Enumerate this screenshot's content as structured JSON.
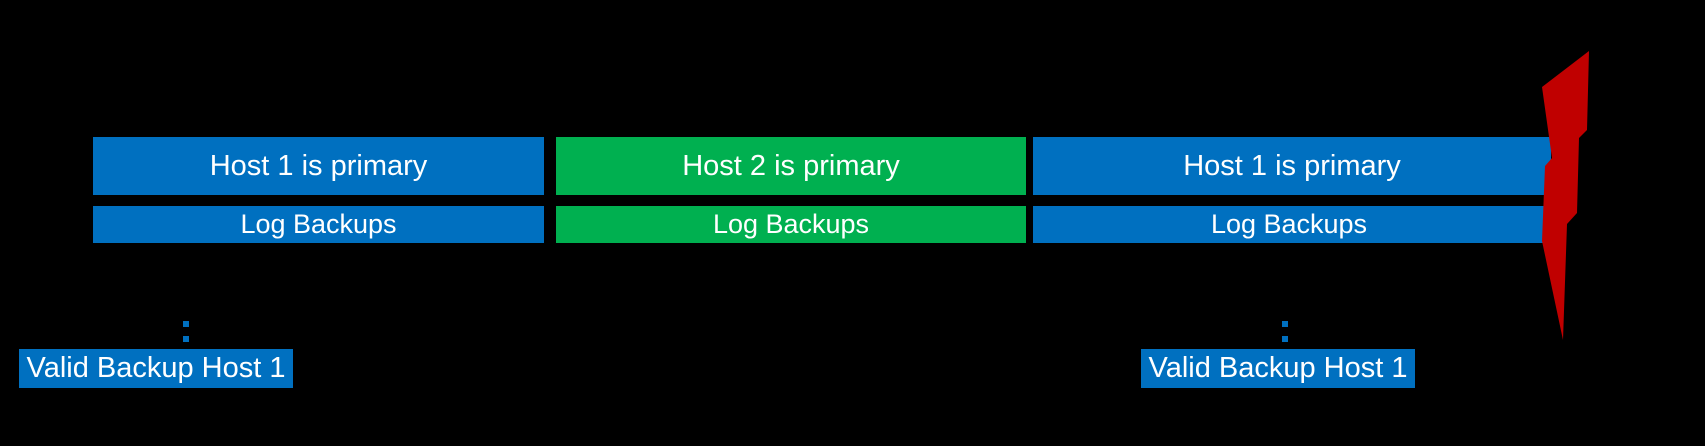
{
  "canvas": {
    "background_color": "#000000",
    "text_color": "#FFFFFF"
  },
  "rows": {
    "primary": [
      {
        "label": "Host 1 is primary",
        "color": "#0070C0"
      },
      {
        "label": "Host 2 is primary",
        "color": "#00B050"
      },
      {
        "label": "Host 1 is primary",
        "color": "#0070C0"
      }
    ],
    "logs": [
      {
        "label": "Log Backups",
        "color": "#0070C0"
      },
      {
        "label": "Log Backups",
        "color": "#00B050"
      },
      {
        "label": "Log Backups",
        "color": "#0070C0"
      }
    ]
  },
  "markers": [
    {
      "label": "Valid Backup Host 1",
      "color": "#0070C0",
      "connector_color": "#0070C0"
    },
    {
      "label": "Valid Backup Host 1",
      "color": "#0070C0",
      "connector_color": "#0070C0"
    }
  ],
  "failure": {
    "icon": "lightning-bolt-icon",
    "color": "#C00000"
  }
}
